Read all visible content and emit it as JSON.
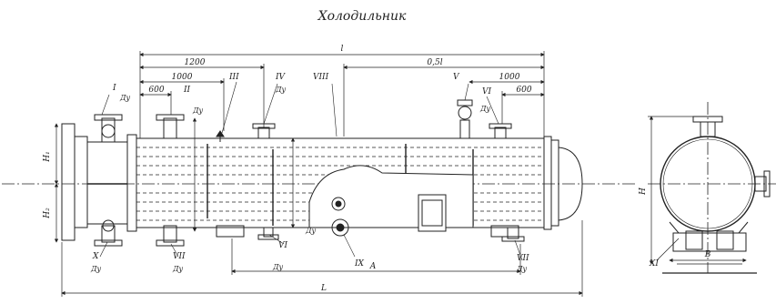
{
  "title": "Холодильник",
  "dimensions": {
    "l": "l",
    "d1200": "1200",
    "d1000_left": "1000",
    "d600_left": "600",
    "d05l": "0,5l",
    "d1000_right": "1000",
    "d600_right": "600",
    "A": "A",
    "L": "L",
    "H1": "H₁",
    "H2": "H₂",
    "H": "H",
    "B": "B"
  },
  "nozzles": {
    "I": "I",
    "II": "II",
    "III": "III",
    "IV": "IV",
    "V": "V",
    "VI_top": "VI",
    "VI_bottom": "VI",
    "VII_left": "VII",
    "VII_right": "VII",
    "VIII": "VIII",
    "IX": "IX",
    "X": "X",
    "XI": "XI",
    "du": "Ду"
  },
  "colors": {
    "line": "#222222",
    "background": "#ffffff"
  }
}
